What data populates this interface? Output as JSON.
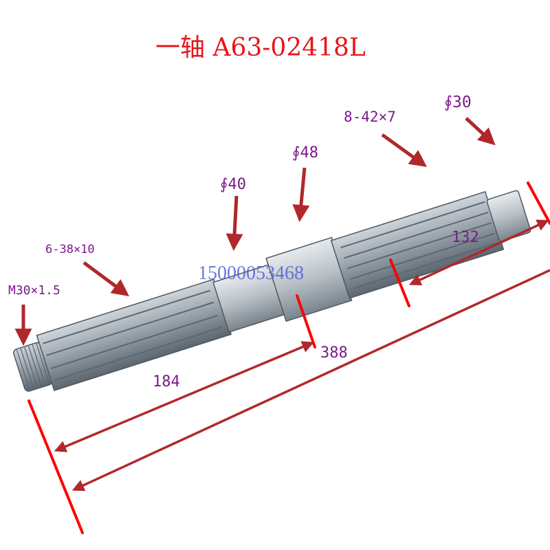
{
  "title": "一轴 A63-02418L",
  "watermark": "15000053468",
  "labels": {
    "thread": "M30×1.5",
    "spline_left": "6-38×10",
    "dia_40": "∮40",
    "dia_48": "∮48",
    "spline_right": "8-42×7",
    "dia_30": "∮30",
    "len_132": "132",
    "len_388": "388",
    "len_184": "184"
  },
  "colors": {
    "title": "#e8141b",
    "label": "#7b1a8a",
    "arrow": "#b0282b",
    "marker": "#ff0000",
    "watermark": "#5560d8",
    "shaft": "#9aa3ab"
  }
}
